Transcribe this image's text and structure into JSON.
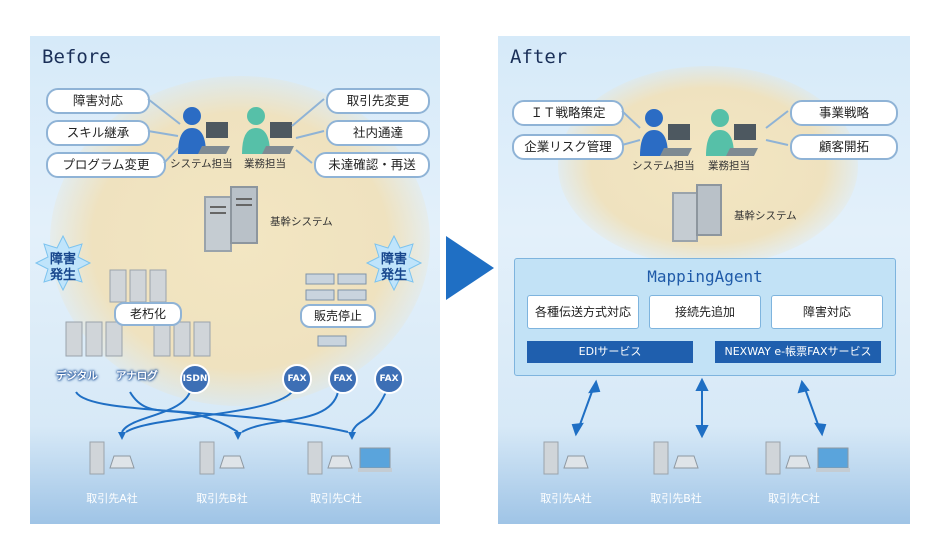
{
  "before": {
    "title": "Before",
    "left_tasks": [
      "障害対応",
      "スキル継承",
      "プログラム変更"
    ],
    "right_tasks": [
      "取引先変更",
      "社内通達",
      "未達確認・再送"
    ],
    "staff": [
      "システム担当",
      "業務担当"
    ],
    "core_system": "基幹システム",
    "alert_left": [
      "障害",
      "発生"
    ],
    "alert_right": [
      "障害",
      "発生"
    ],
    "aging_label": "老朽化",
    "discontinued_label": "販売停止",
    "connections_text": [
      "デジタル",
      "アナログ"
    ],
    "connections_circle": [
      "ISDN",
      "FAX",
      "FAX",
      "FAX"
    ],
    "partners": [
      "取引先A社",
      "取引先B社",
      "取引先C社"
    ]
  },
  "after": {
    "title": "After",
    "left_tasks": [
      "ＩＴ戦略策定",
      "企業リスク管理"
    ],
    "right_tasks": [
      "事業戦略",
      "顧客開拓"
    ],
    "staff": [
      "システム担当",
      "業務担当"
    ],
    "core_system": "基幹システム",
    "mapping": {
      "title": "MappingAgent",
      "features": [
        "各種伝送方式対応",
        "接続先追加",
        "障害対応"
      ],
      "services": [
        "EDIサービス",
        "NEXWAY e-帳票FAXサービス"
      ]
    },
    "partners": [
      "取引先A社",
      "取引先B社",
      "取引先C社"
    ]
  },
  "colors": {
    "accent": "#1f5fae",
    "arrow": "#1f6fc4",
    "pill_border": "#8fb3d6"
  }
}
